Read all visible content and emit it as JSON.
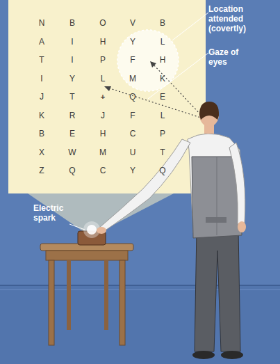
{
  "diagram": {
    "labels": [
      "N",
      "B",
      "O",
      "V",
      "B",
      "A",
      "I",
      "H",
      "Y",
      "L",
      "T",
      "I",
      "P",
      "F",
      "H",
      "I",
      "Y",
      "L",
      "M",
      "K",
      "J",
      "T",
      "+",
      "Q",
      "E",
      "K",
      "R",
      "J",
      "F",
      "L",
      "B",
      "E",
      "H",
      "C",
      "P",
      "X",
      "W",
      "M",
      "U",
      "T",
      "Z",
      "Q",
      "C",
      "Y",
      "Q",
      "Location attended (covertly)",
      "Gaze of eyes",
      "Electric spark"
    ]
  }
}
